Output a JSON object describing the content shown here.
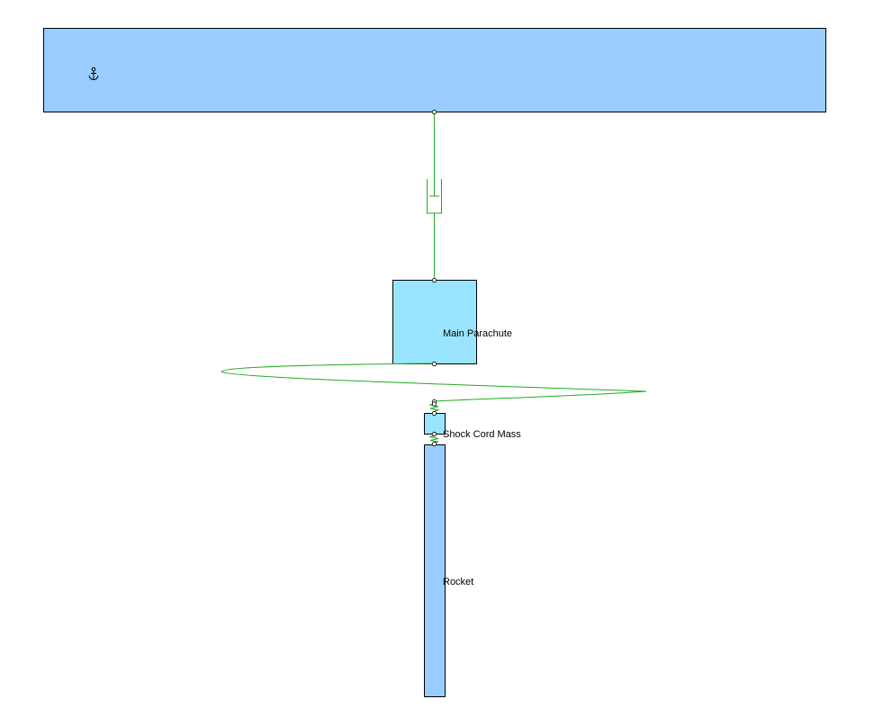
{
  "diagram": {
    "anchor_icon": "anchor-icon",
    "bodies": [
      {
        "id": "ceiling",
        "label": ""
      },
      {
        "id": "main-parachute",
        "label": "Main Parachute"
      },
      {
        "id": "shock-cord-mass",
        "label": "Shock Cord Mass"
      },
      {
        "id": "rocket",
        "label": "Rocket"
      }
    ],
    "connectors": [
      {
        "id": "damper",
        "type": "dashpot",
        "from": "ceiling",
        "to": "main-parachute"
      },
      {
        "id": "shock-cord",
        "type": "cord",
        "from": "main-parachute",
        "to": "shock-cord-mass"
      },
      {
        "id": "spring-upper",
        "type": "spring",
        "from": "shock-cord",
        "to": "shock-cord-mass"
      },
      {
        "id": "spring-lower",
        "type": "spring",
        "from": "shock-cord-mass",
        "to": "rocket"
      }
    ],
    "colors": {
      "ceiling_fill": "#99CCFF",
      "parachute_fill": "#99E5FF",
      "shock_mass_fill": "#99E5FF",
      "rocket_fill": "#99CCFF",
      "connector": "#22AA22",
      "outline": "#000000"
    }
  }
}
